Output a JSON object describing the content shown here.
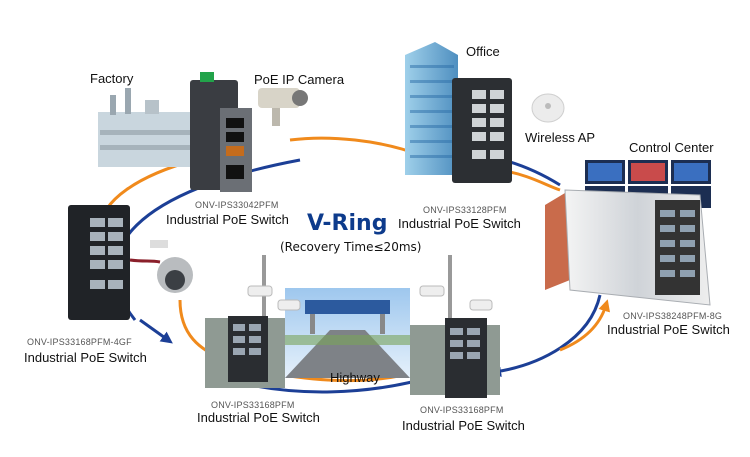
{
  "ring": {
    "title": "V-Ring",
    "subtitle": "(Recovery Time≤20ms)",
    "colors": {
      "orange": "#f08a1c",
      "blue": "#1c3f96",
      "cable": "#8a1f2a"
    }
  },
  "sites": {
    "factory": "Factory",
    "camera": "PoE IP Camera",
    "office": "Office",
    "wireless_ap": "Wireless AP",
    "control_center": "Control Center",
    "highway": "Highway"
  },
  "switches": [
    {
      "model": "ONV-IPS33042PFM",
      "type": "Industrial PoE Switch"
    },
    {
      "model": "ONV-IPS33128PFM",
      "type": "Industrial PoE Switch"
    },
    {
      "model": "ONV-IPS38248PFM-8G",
      "type": "Industrial PoE Switch"
    },
    {
      "model": "ONV-IPS33168PFM-4GF",
      "type": "Industrial PoE Switch"
    },
    {
      "model": "ONV-IPS33168PFM",
      "type": "Industrial PoE Switch"
    },
    {
      "model": "ONV-IPS33168PFM",
      "type": "Industrial PoE Switch"
    }
  ]
}
